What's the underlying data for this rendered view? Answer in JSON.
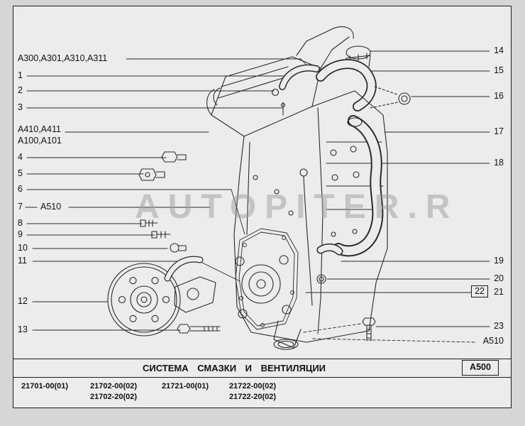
{
  "watermark": "AUTOPITER.R",
  "title_bar": {
    "title": "СИСТЕМА СМАЗКИ И ВЕНТИЛЯЦИИ",
    "code": "A500"
  },
  "footer": {
    "columns": [
      {
        "line1": "21701-00(01)",
        "line2": ""
      },
      {
        "line1": "21702-00(02)",
        "line2": "21702-20(02)"
      },
      {
        "line1": "21721-00(01)",
        "line2": ""
      },
      {
        "line1": "21722-00(02)",
        "line2": "21722-20(02)"
      }
    ]
  },
  "callouts": {
    "left": [
      {
        "label": "A300,A301,A310,A311"
      },
      {
        "label": "1"
      },
      {
        "label": "2"
      },
      {
        "label": "3"
      },
      {
        "label": "A410,A411"
      },
      {
        "label": "A100,A101"
      },
      {
        "label": "4"
      },
      {
        "label": "5"
      },
      {
        "label": "6"
      },
      {
        "label": "7"
      },
      {
        "label": "A510"
      },
      {
        "label": "8"
      },
      {
        "label": "9"
      },
      {
        "label": "10"
      },
      {
        "label": "11"
      },
      {
        "label": "12"
      },
      {
        "label": "13"
      }
    ],
    "right": [
      {
        "label": "14"
      },
      {
        "label": "15"
      },
      {
        "label": "16"
      },
      {
        "label": "17"
      },
      {
        "label": "18"
      },
      {
        "label": "19"
      },
      {
        "label": "20"
      },
      {
        "label": "22"
      },
      {
        "label": "21"
      },
      {
        "label": "23"
      },
      {
        "label": "A510"
      }
    ]
  }
}
